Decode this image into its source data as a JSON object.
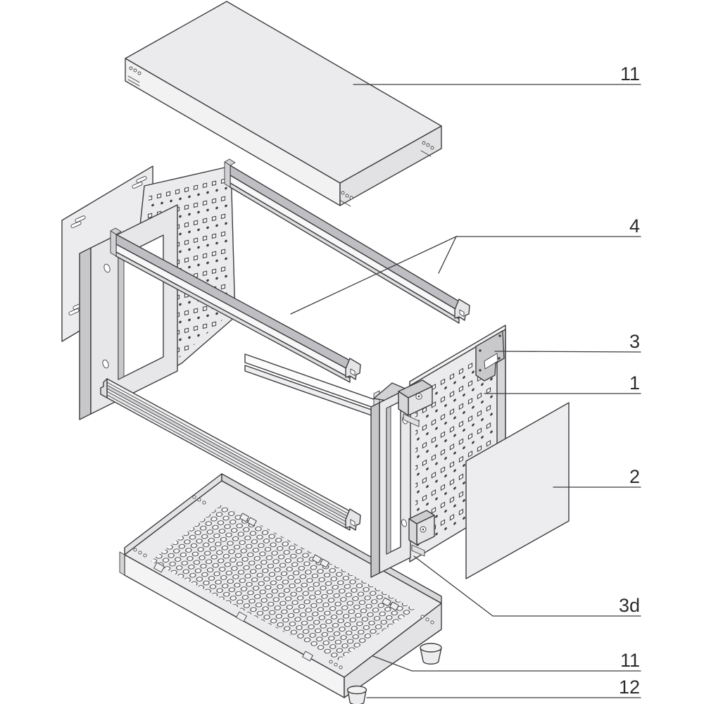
{
  "figure": {
    "type": "exploded-assembly-diagram"
  },
  "callouts": [
    {
      "id": "top-cover",
      "label": "11"
    },
    {
      "id": "tie-bars",
      "label": "4"
    },
    {
      "id": "corner-bracket",
      "label": "3"
    },
    {
      "id": "side-panel",
      "label": "1"
    },
    {
      "id": "cover-plate",
      "label": "2"
    },
    {
      "id": "front-frame",
      "label": "3d"
    },
    {
      "id": "bottom-cover",
      "label": "11"
    },
    {
      "id": "foot",
      "label": "12"
    }
  ],
  "colors": {
    "line": "#3d3d3f",
    "label_text": "#2b2b2d",
    "panel_fill": "#ebebed",
    "rail_fill": "#bfbfc3",
    "background": "#ffffff"
  }
}
